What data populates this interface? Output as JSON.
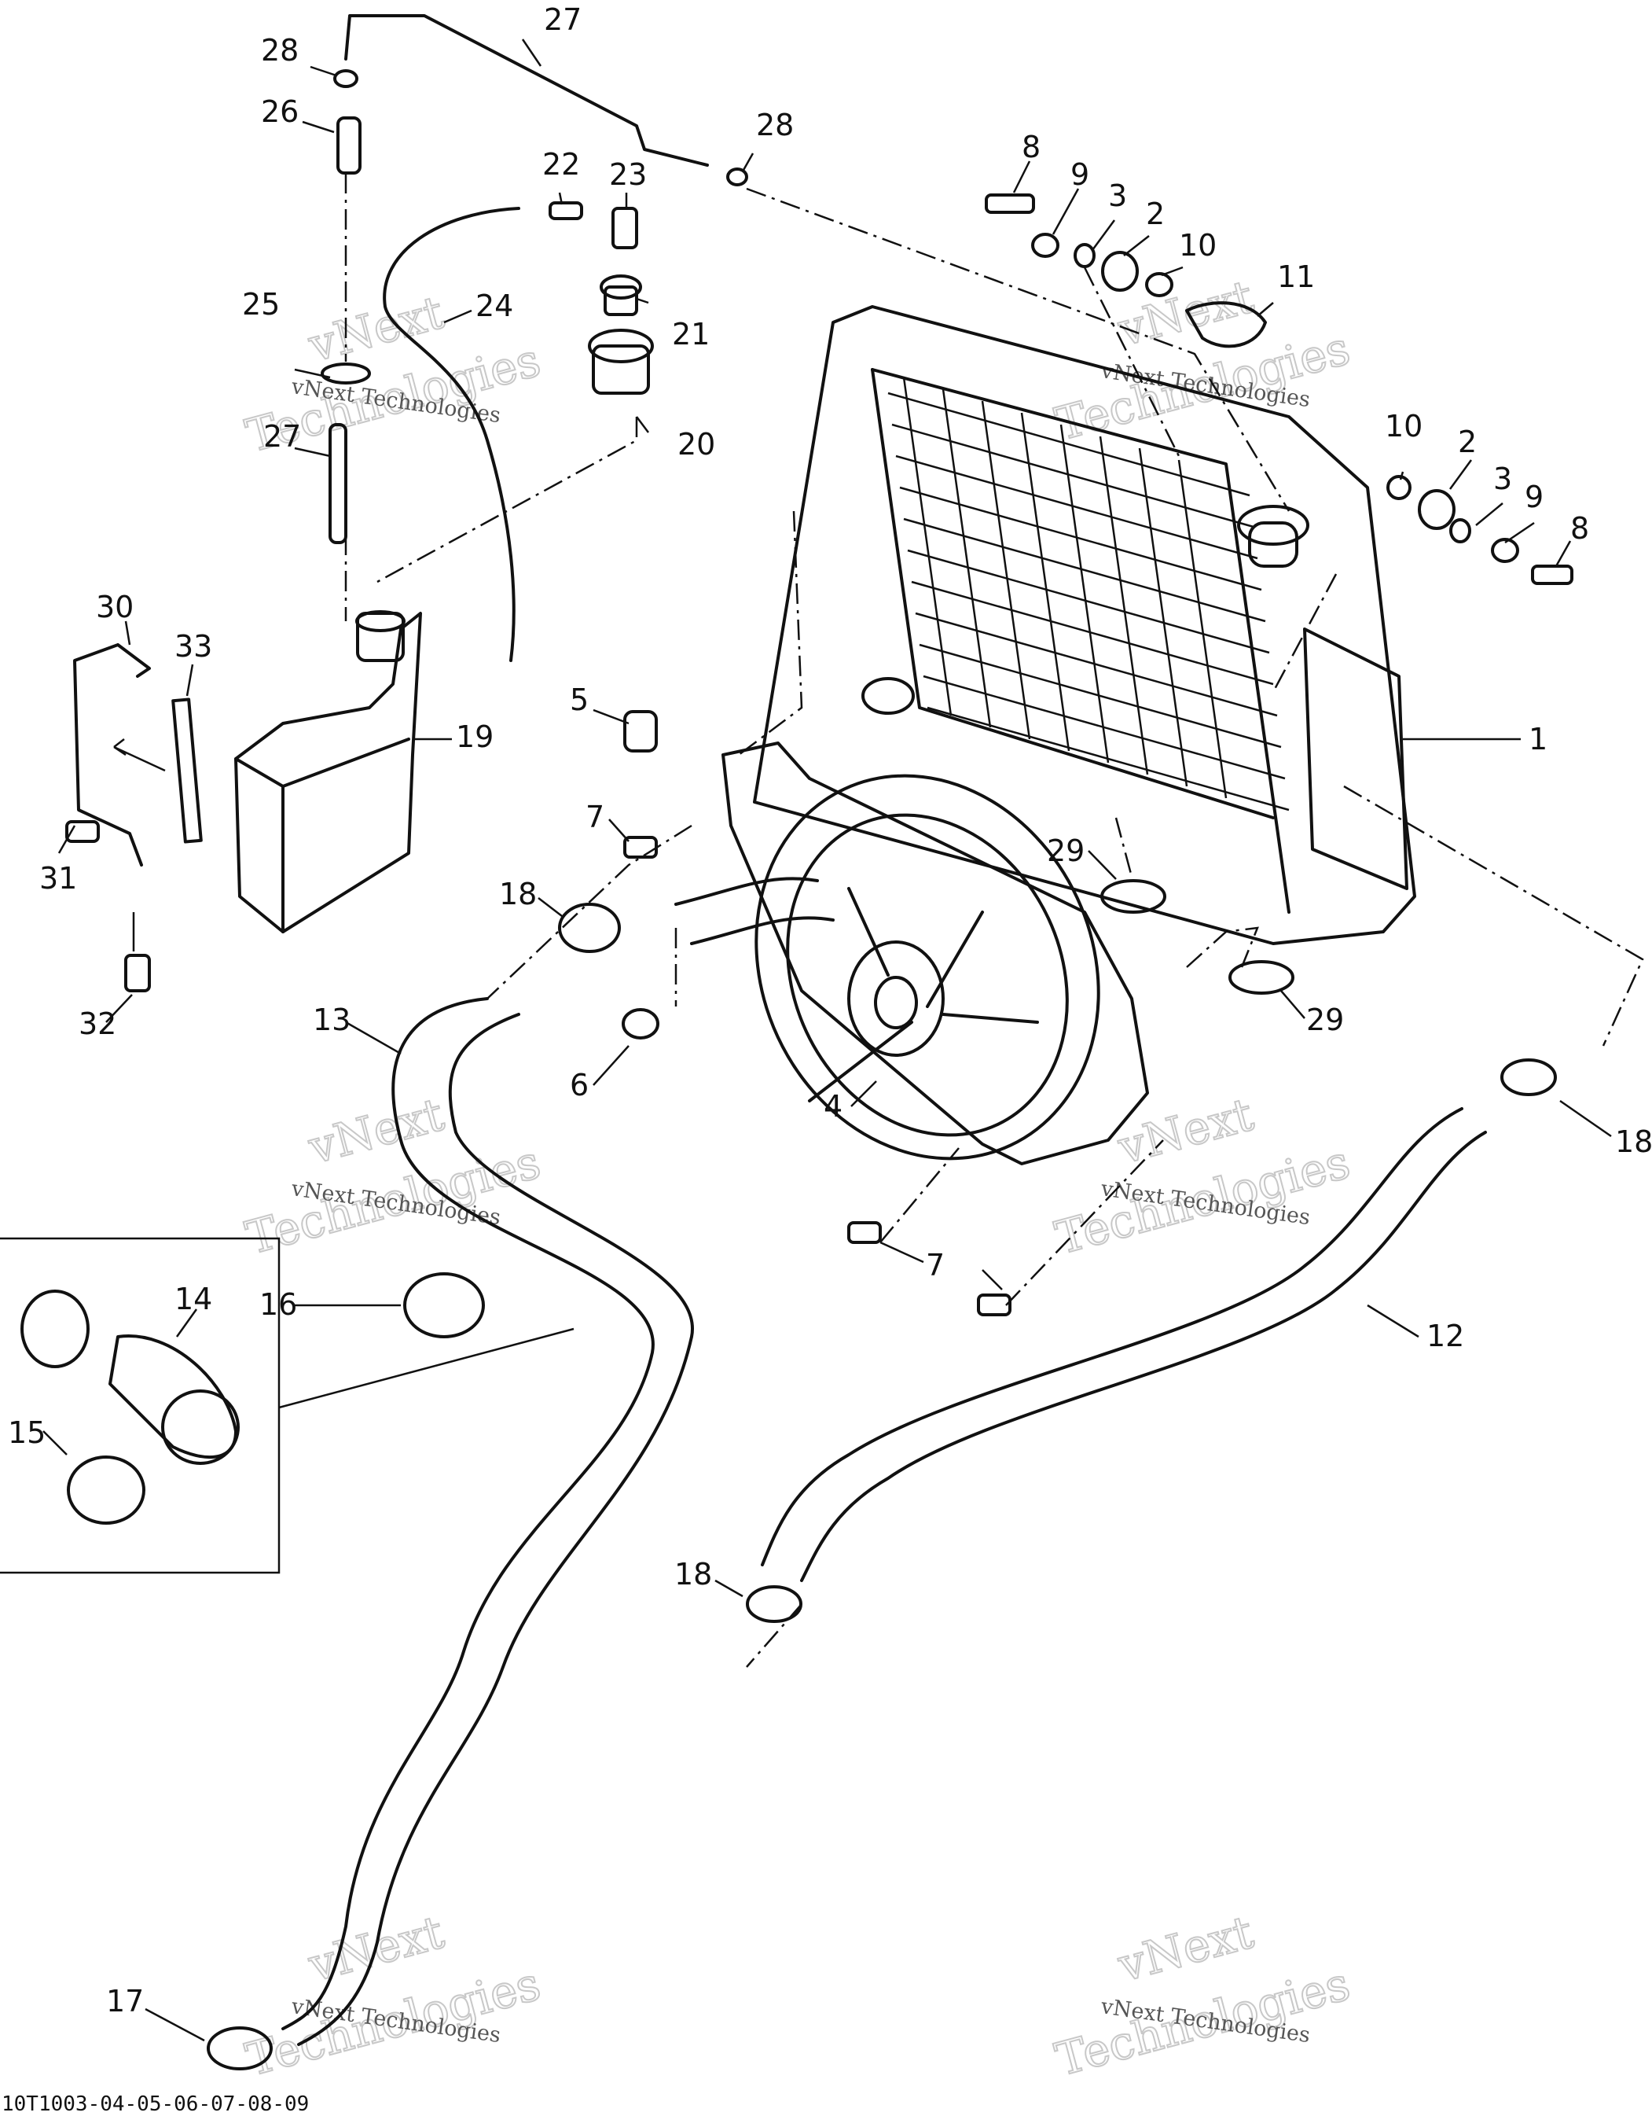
{
  "diagram": {
    "callouts": [
      {
        "id": "c27a",
        "text": "27"
      },
      {
        "id": "c28a",
        "text": "28"
      },
      {
        "id": "c26",
        "text": "26"
      },
      {
        "id": "c28b",
        "text": "28"
      },
      {
        "id": "c22",
        "text": "22"
      },
      {
        "id": "c23",
        "text": "23"
      },
      {
        "id": "c8a",
        "text": "8"
      },
      {
        "id": "c9a",
        "text": "9"
      },
      {
        "id": "c3a",
        "text": "3"
      },
      {
        "id": "c2a",
        "text": "2"
      },
      {
        "id": "c10a",
        "text": "10"
      },
      {
        "id": "c11",
        "text": "11"
      },
      {
        "id": "c24",
        "text": "24"
      },
      {
        "id": "c21",
        "text": "21"
      },
      {
        "id": "c25",
        "text": "25"
      },
      {
        "id": "c27b",
        "text": "27"
      },
      {
        "id": "c20",
        "text": "20"
      },
      {
        "id": "c10b",
        "text": "10"
      },
      {
        "id": "c2b",
        "text": "2"
      },
      {
        "id": "c3b",
        "text": "3"
      },
      {
        "id": "c9b",
        "text": "9"
      },
      {
        "id": "c8b",
        "text": "8"
      },
      {
        "id": "c30",
        "text": "30"
      },
      {
        "id": "c33",
        "text": "33"
      },
      {
        "id": "c5",
        "text": "5"
      },
      {
        "id": "c19",
        "text": "19"
      },
      {
        "id": "c1",
        "text": "1"
      },
      {
        "id": "c7a",
        "text": "7"
      },
      {
        "id": "c31",
        "text": "31"
      },
      {
        "id": "c29a",
        "text": "29"
      },
      {
        "id": "c18a",
        "text": "18"
      },
      {
        "id": "c29b",
        "text": "29"
      },
      {
        "id": "c13",
        "text": "13"
      },
      {
        "id": "c32",
        "text": "32"
      },
      {
        "id": "c6",
        "text": "6"
      },
      {
        "id": "c4",
        "text": "4"
      },
      {
        "id": "c18b",
        "text": "18"
      },
      {
        "id": "c14",
        "text": "14"
      },
      {
        "id": "c16",
        "text": "16"
      },
      {
        "id": "c7b",
        "text": "7"
      },
      {
        "id": "c12",
        "text": "12"
      },
      {
        "id": "c15",
        "text": "15"
      },
      {
        "id": "c18c",
        "text": "18"
      },
      {
        "id": "c17",
        "text": "17"
      }
    ],
    "watermarks": {
      "company_small": "vNext Technologies",
      "word_vnext": "vNext",
      "word_technologies": "Technologies"
    },
    "footer_code": "10T1003-04-05-06-07-08-09"
  }
}
